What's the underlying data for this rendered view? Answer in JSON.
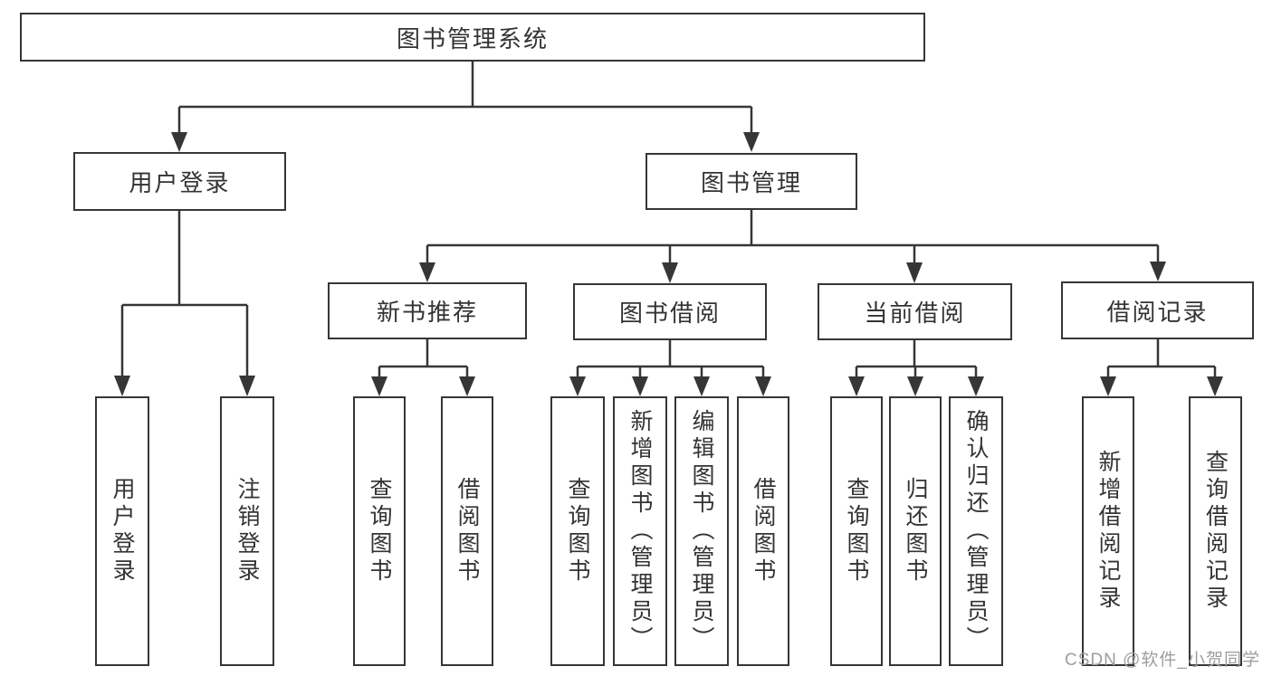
{
  "colors": {
    "background": "#ffffff",
    "line": "#363636",
    "text": "#333333",
    "watermark": "#9e9e9e"
  },
  "diagram": {
    "root": {
      "label": "图书管理系统"
    },
    "branches": [
      {
        "label": "用户登录",
        "children": [
          "用户登录",
          "注销登录"
        ]
      },
      {
        "label": "图书管理",
        "children": [
          {
            "label": "新书推荐",
            "children": [
              "查询图书",
              "借阅图书"
            ]
          },
          {
            "label": "图书借阅",
            "children": [
              "查询图书",
              "新增图书（管理员）",
              "编辑图书（管理员）",
              "借阅图书"
            ]
          },
          {
            "label": "当前借阅",
            "children": [
              "查询图书",
              "归还图书",
              "确认归还（管理员）"
            ]
          },
          {
            "label": "借阅记录",
            "children": [
              "新增借阅记录",
              "查询借阅记录"
            ]
          }
        ]
      }
    ]
  },
  "watermark": {
    "text": "CSDN @软件_小贺同学"
  }
}
